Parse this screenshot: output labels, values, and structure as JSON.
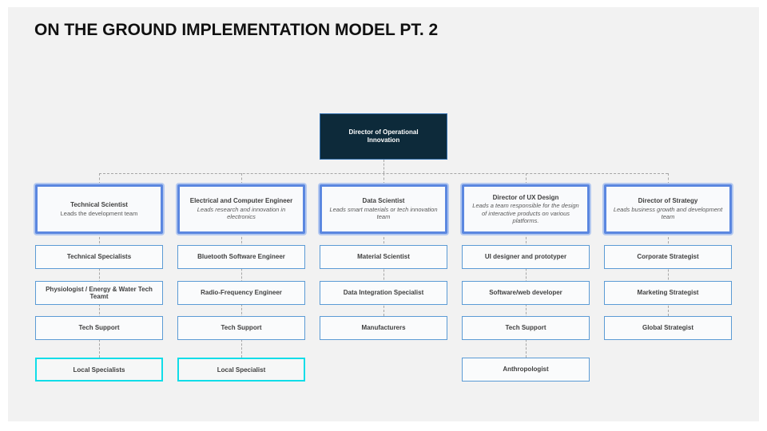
{
  "slide": {
    "title": "ON THE GROUND IMPLEMENTATION MODEL PT. 2"
  },
  "root": {
    "title": "Director of Operational Innovation"
  },
  "columns": [
    {
      "head": {
        "title": "Technical Scientist",
        "subtitle": "Leads the development  team"
      },
      "items": [
        "Technical Specialists",
        "Physiologist / Energy & Water Tech Teamt",
        "Tech Support"
      ],
      "highlight": "Local Specialists"
    },
    {
      "head": {
        "title": "Electrical and Computer Engineer",
        "subtitle": "Leads research and innovation in electronics"
      },
      "items": [
        "Bluetooth Software Engineer",
        "Radio-Frequency Engineer",
        "Tech Support"
      ],
      "highlight": "Local Specialist"
    },
    {
      "head": {
        "title": "Data Scientist",
        "subtitle": "Leads smart materials or tech innovation team"
      },
      "items": [
        "Material Scientist",
        "Data Integration Specialist",
        "Manufacturers"
      ]
    },
    {
      "head": {
        "title": "Director of UX Design",
        "subtitle": "Leads a team responsible for the design of interactive products on various platforms."
      },
      "items": [
        "UI designer and prototyper",
        "Software/web developer",
        "Tech Support",
        "Anthropologist"
      ]
    },
    {
      "head": {
        "title": "Director of Strategy",
        "subtitle": "Leads business growth and development team"
      },
      "items": [
        "Corporate Strategist",
        "Marketing Strategist",
        "Global Strategist"
      ]
    }
  ],
  "colors": {
    "panel_bg": "#f2f2f2",
    "root_bg": "#0d2a3a",
    "root_border": "#3572b0",
    "head_border": "#5b87e0",
    "head_halo": "#b3c8ef",
    "item_border": "#5b9bd5",
    "highlight_border": "#10dde8",
    "connector": "#a6a6a6",
    "text_dark": "#3f3f3f",
    "title_text": "#111111"
  }
}
